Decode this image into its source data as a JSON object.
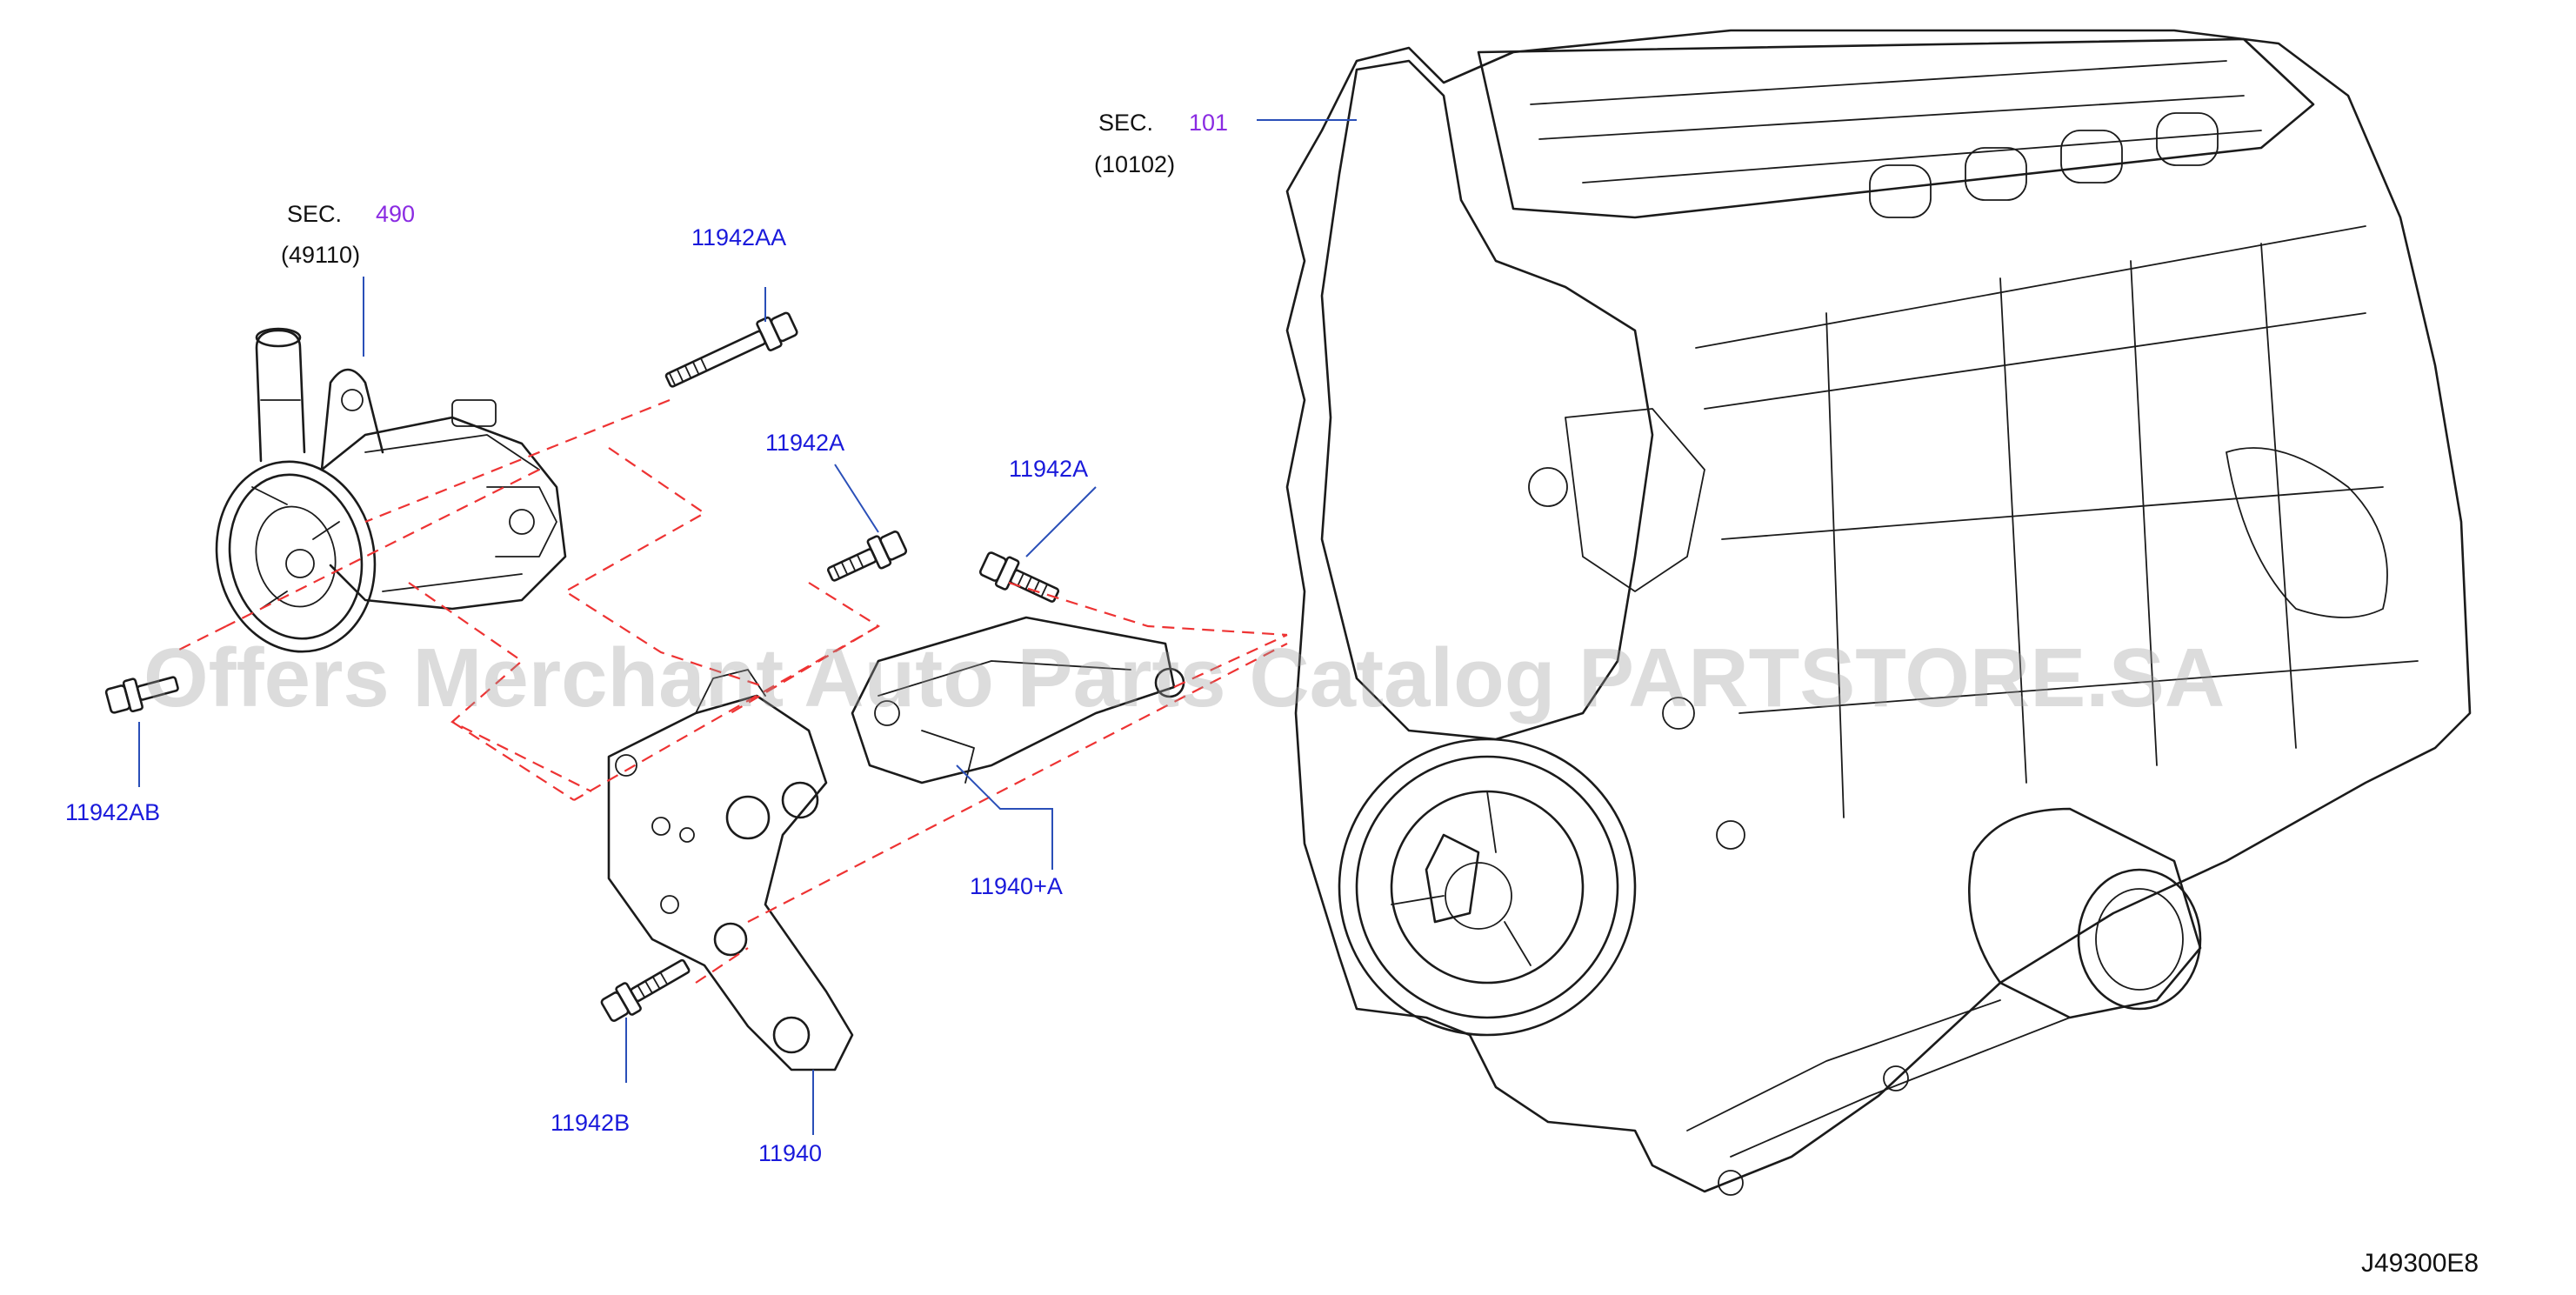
{
  "watermark": "Offers Merchant Auto Parts Catalog PARTSTORE.SA",
  "diagram_code": "J49300E8",
  "sections": [
    {
      "prefix": "SEC.",
      "number": "490",
      "sub": "(49110)"
    },
    {
      "prefix": "SEC.",
      "number": "101",
      "sub": "(10102)"
    }
  ],
  "parts": {
    "p_11942AA": "11942AA",
    "p_11942A_1": "11942A",
    "p_11942A_2": "11942A",
    "p_11942AB": "11942AB",
    "p_11940A": "11940+A",
    "p_11942B": "11942B",
    "p_11940": "11940"
  },
  "colors": {
    "part_label": "#1a1adb",
    "section_number": "#8a2be2",
    "guide_line": "#e33333",
    "line_art": "#1b1b1b"
  }
}
